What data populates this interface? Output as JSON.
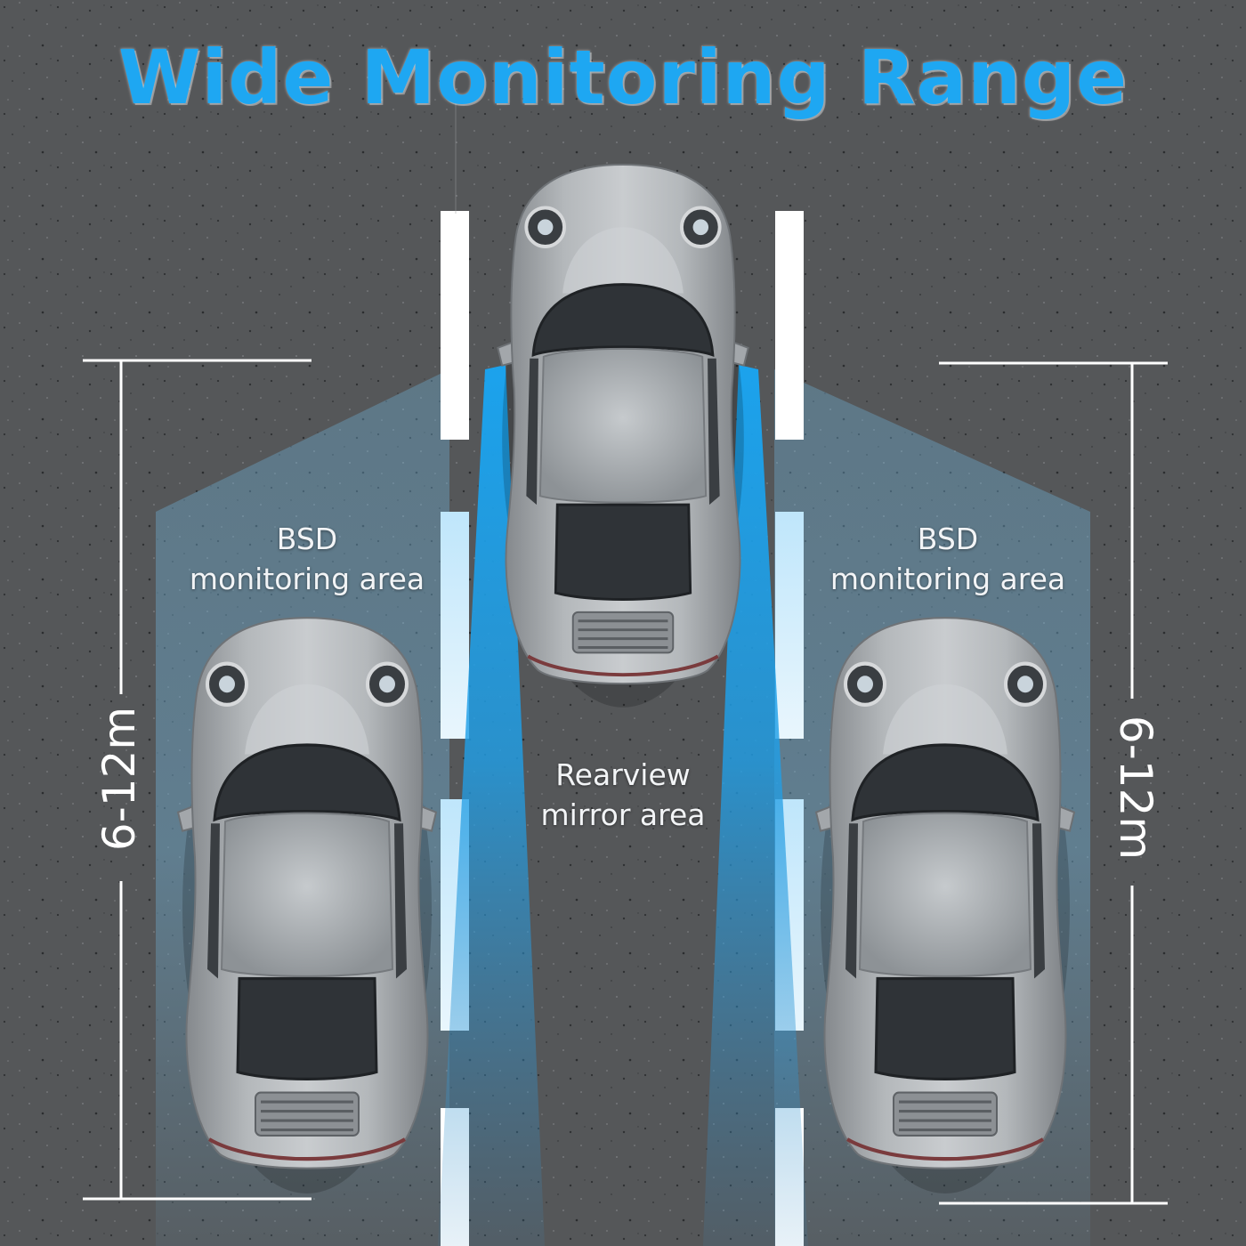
{
  "title": "Wide Monitoring Range",
  "zones": {
    "bsd_left": {
      "line1": "BSD",
      "line2": "monitoring area"
    },
    "bsd_right": {
      "line1": "BSD",
      "line2": "monitoring area"
    },
    "rearview": {
      "line1": "Rearview",
      "line2": "mirror area"
    }
  },
  "dimensions": {
    "left": "6-12m",
    "right": "6-12m"
  },
  "colors": {
    "title": "#1ea7f2",
    "road": "#555759",
    "bsd_zone": "#7fb8d8",
    "mirror_beam": "#2aa8ec",
    "car_body": "#a9aeb3",
    "lane_marking": "#ffffff"
  }
}
